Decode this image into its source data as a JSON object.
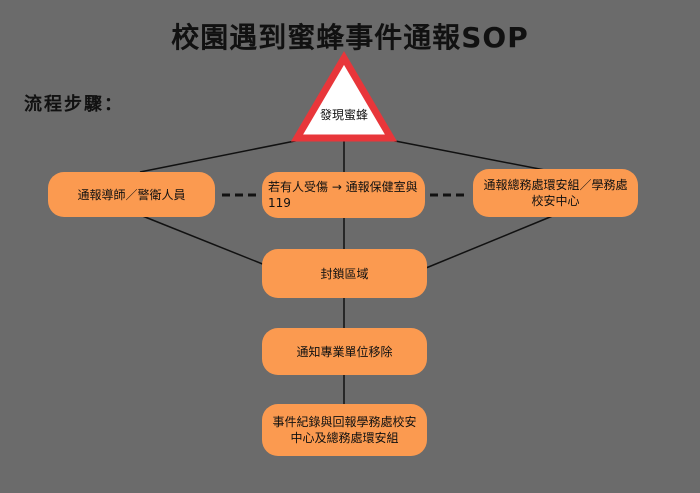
{
  "title": "校園遇到蜜蜂事件通報SOP",
  "section_label": "流程步驟：",
  "nodes": {
    "discover": "發現蜜蜂",
    "notify_teacher": "通報導師／警衛人員",
    "injury": "若有人受傷 → 通報保健室與119",
    "notify_office": "通報總務處環安組／學務處校安中心",
    "seal": "封鎖區域",
    "remove": "通知專業單位移除",
    "record": "事件紀錄與回報學務處校安中心及總務處環安組"
  },
  "colors": {
    "background": "#6b6b6b",
    "node_fill": "#fb9a50",
    "triangle_border": "#e8363a",
    "triangle_fill": "#ffffff",
    "connector": "#111111"
  }
}
